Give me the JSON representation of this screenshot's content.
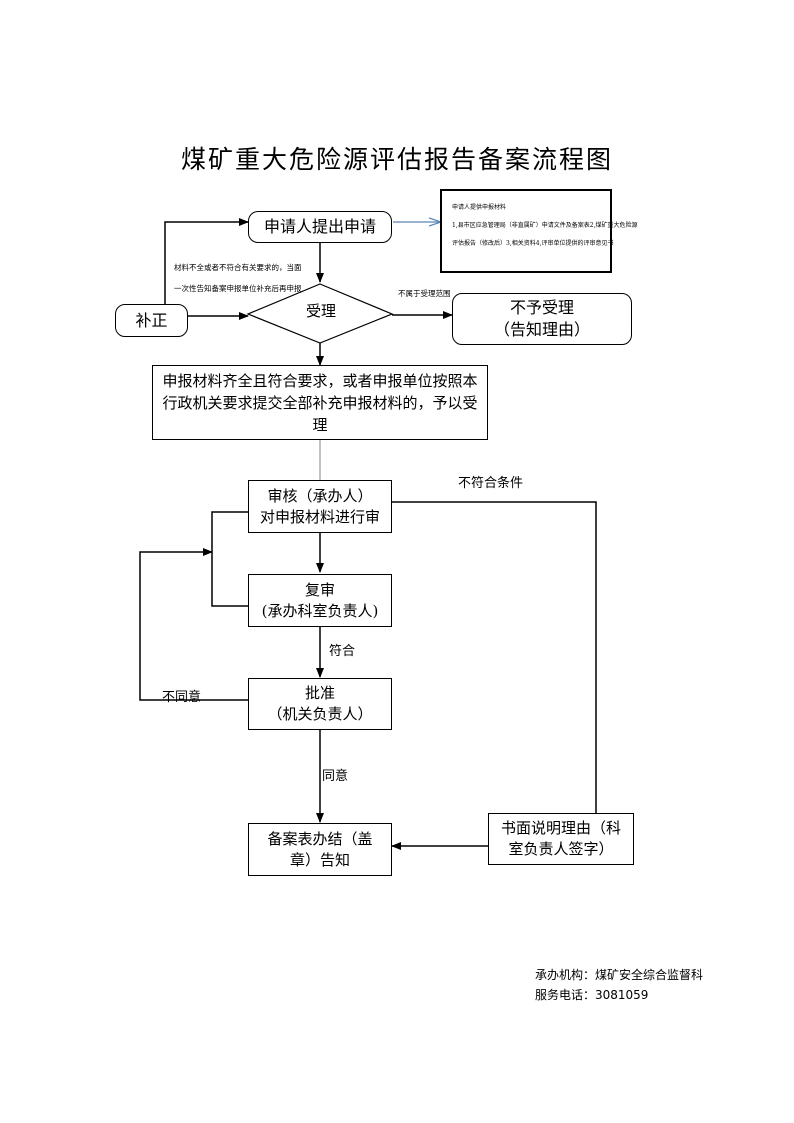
{
  "title": "煤矿重大危险源评估报告备案流程图",
  "materials": {
    "heading": "申请人提供申报材料",
    "line1": "1,县市区应急管理局（非直属矿）申请文件及备案表2,煤矿重大危险源",
    "line2": "评估报告（修改后）3,相关资料4,评审单位提供的评审意见书"
  },
  "nodes": {
    "apply": "申请人提出申请",
    "accept": "受理",
    "correction": "补正",
    "reject_line1": "不予受理",
    "reject_line2": "（告知理由）",
    "complete": "申报材料齐全且符合要求，或者申报单位按照本行政机关要求提交全部补充申报材料的，予以受理",
    "review_line1": "审核（承办人）",
    "review_line2": "对申报材料进行审",
    "recheck_line1": "复审",
    "recheck_line2": "(承办科室负责人)",
    "approve_line1": "批准",
    "approve_line2": "（机关负责人）",
    "record": "备案表办结（盖章）告知",
    "written": "书面说明理由（科室负责人签字）"
  },
  "labels": {
    "incomplete_line1": "材料不全或者不符合有关要求的，当面",
    "incomplete_line2": "一次性告知备案申报单位补充后再申报",
    "out_of_scope": "不属于受理范围",
    "not_meet": "不符合条件",
    "meet": "符合",
    "disagree": "不同意",
    "agree": "同意"
  },
  "footer": {
    "org": "承办机构：煤矿安全综合监督科",
    "phone": "服务电话：3081059"
  },
  "colors": {
    "line": "#000000",
    "blue_arrow": "#5b84b8",
    "gray_line": "#9a9a9a"
  }
}
